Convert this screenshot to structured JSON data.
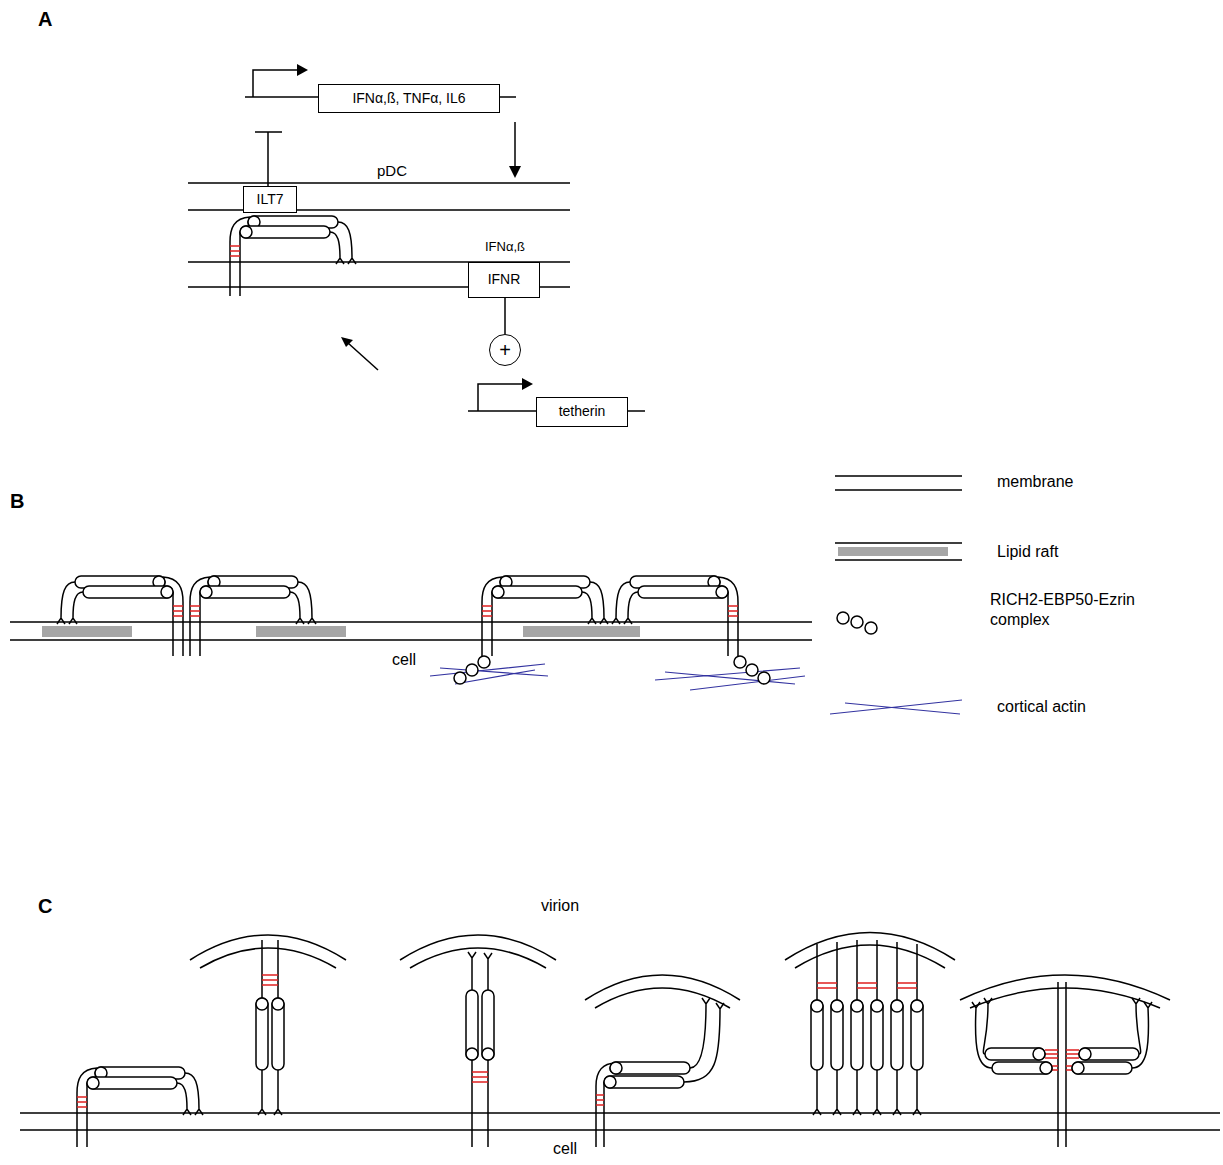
{
  "diagram": {
    "nodes": [
      {
        "text": [
          "IFNα,ß, TNFα, IL6"
        ]
      },
      {
        "text": [
          "ILT7"
        ]
      },
      {
        "text": [
          "IFNR"
        ]
      },
      {
        "text": [
          "+"
        ]
      },
      {
        "text": [
          "tetherin"
        ]
      }
    ],
    "edges": [
      {
        "from": 2,
        "to": 3,
        "arrow": "none"
      }
    ],
    "labels": [
      "A",
      "pDC",
      "IFNα,ß",
      "B",
      "cell",
      "C",
      "virion",
      "cell"
    ],
    "legend": [
      {
        "text": "membrane"
      },
      {
        "text": "Lipid raft",
        "color": "#a6a6a6"
      },
      {
        "text": "RICH2-EBP50-Ezrin complex"
      },
      {
        "text": "cortical actin"
      }
    ]
  }
}
